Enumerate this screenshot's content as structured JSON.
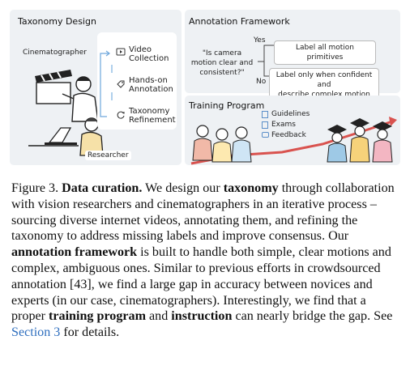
{
  "taxonomy": {
    "title": "Taxonomy Design",
    "cinematographer_label": "Cinematographer",
    "researcher_label": "Researcher",
    "steps": [
      {
        "line1": "Video",
        "line2": "Collection",
        "icon": "video-icon"
      },
      {
        "line1": "Hands-on",
        "line2": "Annotation",
        "icon": "tag-icon"
      },
      {
        "line1": "Taxonomy",
        "line2": "Refinement",
        "icon": "refresh-icon"
      }
    ]
  },
  "annotation": {
    "title": "Annotation Framework",
    "question": "\"Is camera motion clear and consistent?\"",
    "yes": "Yes",
    "no": "No",
    "yes_box": "Label all motion primitives",
    "no_box_line1": "Label only when confident and",
    "no_box_line2": "describe complex motion"
  },
  "training": {
    "title": "Training Program",
    "items": [
      "Guidelines",
      "Exams",
      "Feedback"
    ]
  },
  "caption": {
    "fig": "Figure 3.",
    "t1": "Data curation.",
    "t2": " We design our ",
    "t3": "taxonomy",
    "t4": " through collaboration with vision researchers and cinematographers in an iterative process – sourcing diverse internet videos, annotating them, and refining the taxonomy to address missing labels and improve consensus. Our ",
    "t5": "annotation framework",
    "t6": " is built to handle both simple, clear motions and complex, ambiguous ones. Similar to previous efforts in crowdsourced annotation [43], we find a large gap in accuracy between novices and experts (in our case, cinematographers). Interestingly, we find that a proper ",
    "t7": "training program",
    "t8": " and ",
    "t9": "instruction",
    "t10": " can nearly bridge the gap. See ",
    "t11": "Section 3",
    "t12": " for details."
  }
}
